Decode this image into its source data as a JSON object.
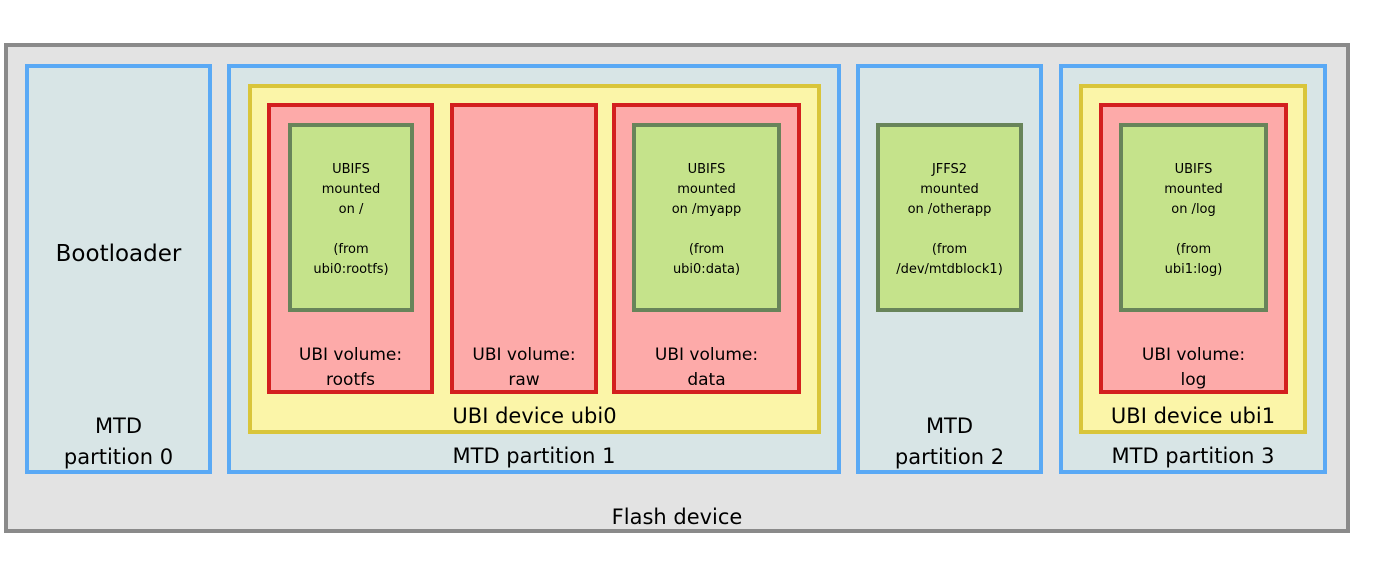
{
  "flash": {
    "label": "Flash device"
  },
  "partitions": [
    {
      "label": "MTD\npartition 0",
      "content": "Bootloader"
    },
    {
      "label": "MTD partition 1"
    },
    {
      "label": "MTD\npartition 2"
    },
    {
      "label": "MTD partition 3"
    }
  ],
  "ubi_devices": [
    {
      "label": "UBI device ubi0"
    },
    {
      "label": "UBI device ubi1"
    }
  ],
  "volumes": [
    {
      "label": "UBI volume:\nrootfs"
    },
    {
      "label": "UBI volume:\nraw"
    },
    {
      "label": "UBI volume:\ndata"
    },
    {
      "label": "UBI volume:\nlog"
    }
  ],
  "filesystems": [
    {
      "label": "UBIFS\nmounted\non /\n\n(from\nubi0:rootfs)"
    },
    {
      "label": "UBIFS\nmounted\non /myapp\n\n(from\nubi0:data)"
    },
    {
      "label": "JFFS2\nmounted\non /otherapp\n\n(from\n/dev/mtdblock1)"
    },
    {
      "label": "UBIFS\nmounted\non /log\n\n(from\nubi1:log)"
    }
  ],
  "colors": {
    "flash": "#e3e3e3",
    "mtd_border": "#5aa9f5",
    "ubi_device_fill": "#fbf5a8",
    "volume_fill": "#fdaaa9",
    "filesystem_fill": "#c5e38b"
  }
}
